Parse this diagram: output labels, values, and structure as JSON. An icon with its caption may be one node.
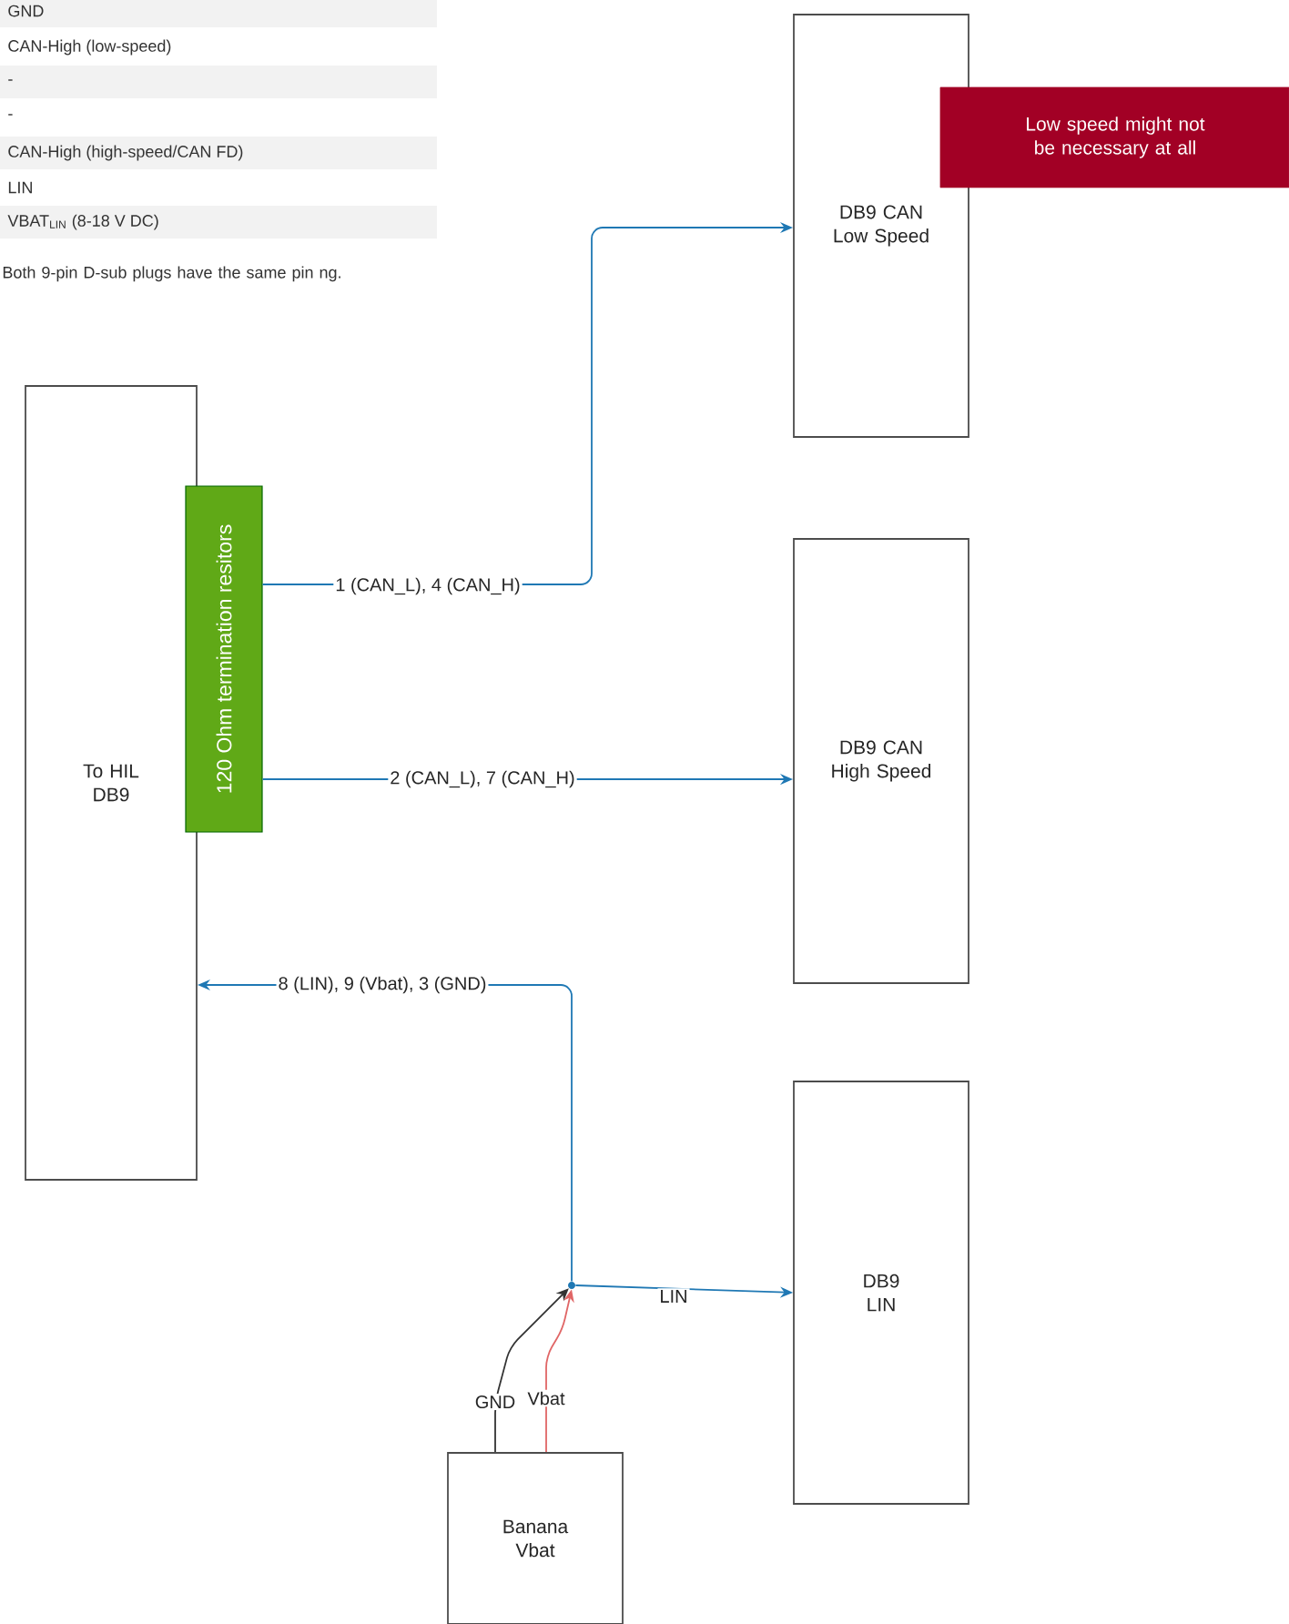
{
  "diagram": {
    "nodes": [
      {
        "text": [
          "To HIL DB9"
        ]
      },
      {
        "text": [
          "120 Ohm termination resitors"
        ]
      },
      {
        "text": [
          "DB9 CAN Low Speed"
        ]
      },
      {
        "text": [
          "Low speed might not be necessary at all"
        ]
      },
      {
        "text": [
          "DB9 CAN High Speed"
        ]
      },
      {
        "text": [
          "DB9 LIN"
        ]
      },
      {
        "text": [
          "Banana Vbat"
        ]
      },
      {
        "text": [],
        "shape": "dot"
      }
    ],
    "edges": [
      {
        "from": 1,
        "to": 2,
        "arrow": "to",
        "label": "1 (CAN_L), 4 (CAN_H)"
      },
      {
        "from": 1,
        "to": 4,
        "arrow": "to",
        "label": "2 (CAN_L), 7 (CAN_H)"
      },
      {
        "from": 7,
        "to": 0,
        "arrow": "to",
        "label": "8 (LIN), 9 (Vbat), 3 (GND)"
      },
      {
        "from": 7,
        "to": 5,
        "arrow": "to",
        "label": "LIN"
      },
      {
        "from": 6,
        "to": 7,
        "arrow": "to",
        "label": "GND",
        "color": "#333333"
      },
      {
        "from": 6,
        "to": 7,
        "arrow": "to",
        "label": "Vbat",
        "color": "#e06666"
      }
    ],
    "labels": [
      "GND",
      "CAN-High (low-speed)",
      "-",
      "-",
      "CAN-High (high-speed/CAN FD)",
      "LIN",
      "VBAT$_{LIN}$ (8-18 V DC)",
      "Both 9-pin D-sub plugs have the same pin ng."
    ]
  }
}
